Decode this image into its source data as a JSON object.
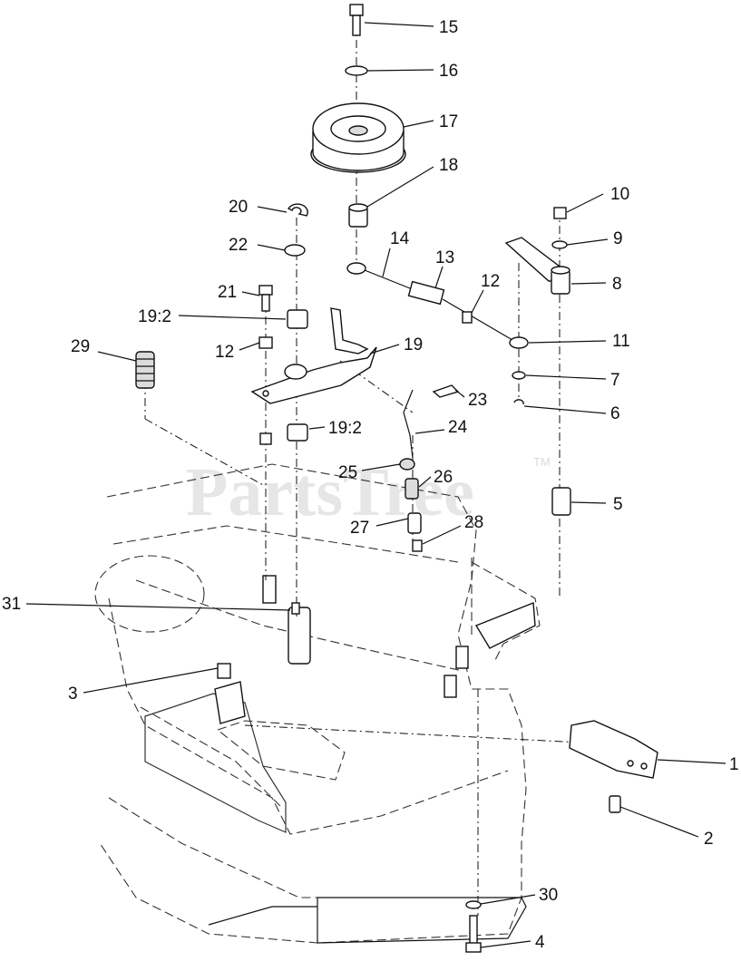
{
  "watermark": {
    "text": "PartsTree",
    "tm": "TM"
  },
  "callouts": [
    {
      "id": "15",
      "text": "15"
    },
    {
      "id": "16",
      "text": "16"
    },
    {
      "id": "17",
      "text": "17"
    },
    {
      "id": "18",
      "text": "18"
    },
    {
      "id": "10",
      "text": "10"
    },
    {
      "id": "20",
      "text": "20"
    },
    {
      "id": "9",
      "text": "9"
    },
    {
      "id": "22",
      "text": "22"
    },
    {
      "id": "14",
      "text": "14"
    },
    {
      "id": "13",
      "text": "13"
    },
    {
      "id": "8",
      "text": "8"
    },
    {
      "id": "12a",
      "text": "12"
    },
    {
      "id": "21",
      "text": "21"
    },
    {
      "id": "19_2a",
      "text": "19:2"
    },
    {
      "id": "11",
      "text": "11"
    },
    {
      "id": "29",
      "text": "29"
    },
    {
      "id": "12b",
      "text": "12"
    },
    {
      "id": "19",
      "text": "19"
    },
    {
      "id": "7",
      "text": "7"
    },
    {
      "id": "23",
      "text": "23"
    },
    {
      "id": "6",
      "text": "6"
    },
    {
      "id": "19_2b",
      "text": "19:2"
    },
    {
      "id": "24",
      "text": "24"
    },
    {
      "id": "25",
      "text": "25"
    },
    {
      "id": "26",
      "text": "26"
    },
    {
      "id": "5",
      "text": "5"
    },
    {
      "id": "27",
      "text": "27"
    },
    {
      "id": "28",
      "text": "28"
    },
    {
      "id": "31",
      "text": "31"
    },
    {
      "id": "3",
      "text": "3"
    },
    {
      "id": "1",
      "text": "1"
    },
    {
      "id": "2",
      "text": "2"
    },
    {
      "id": "30",
      "text": "30"
    },
    {
      "id": "4",
      "text": "4"
    }
  ]
}
